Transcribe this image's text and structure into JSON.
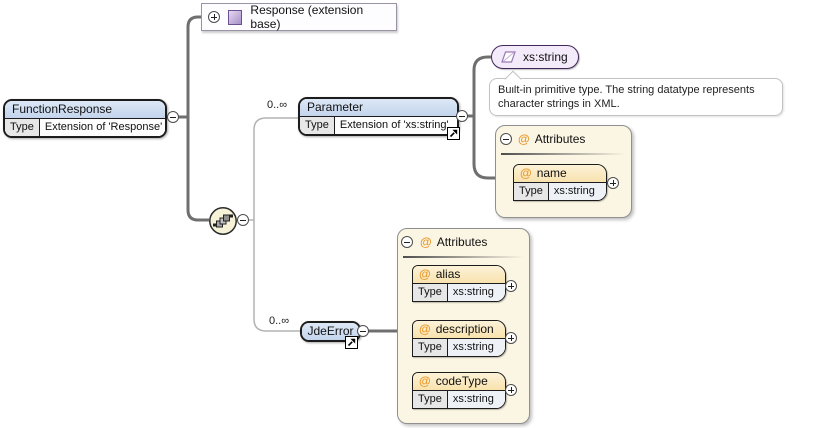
{
  "root_element": {
    "name": "FunctionResponse",
    "type_label": "Type",
    "type_value": "Extension of 'Response'"
  },
  "extension_base": {
    "label": "Response (extension base)"
  },
  "compositor": {
    "type": "sequence"
  },
  "parameter": {
    "occurrence": "0..∞",
    "name": "Parameter",
    "type_label": "Type",
    "type_value": "Extension of 'xs:string'",
    "base_type": {
      "name": "xs:string",
      "documentation": "Built-in primitive type. The string datatype represents character strings in XML."
    },
    "attributes_panel": {
      "title": "Attributes",
      "at_symbol": "@",
      "items": [
        {
          "at": "@",
          "name": "name",
          "type_label": "Type",
          "type_value": "xs:string"
        }
      ]
    }
  },
  "jde_error": {
    "occurrence": "0..∞",
    "name": "JdeError",
    "attributes_panel": {
      "title": "Attributes",
      "at_symbol": "@",
      "items": [
        {
          "at": "@",
          "name": "alias",
          "type_label": "Type",
          "type_value": "xs:string"
        },
        {
          "at": "@",
          "name": "description",
          "type_label": "Type",
          "type_value": "xs:string"
        },
        {
          "at": "@",
          "name": "codeType",
          "type_label": "Type",
          "type_value": "xs:string"
        }
      ]
    }
  },
  "icons": {
    "collapse": "minus-circle",
    "expand": "plus-circle",
    "reference": "northeast-arrow",
    "complex_type": "purple-square",
    "simple_type": "parallelogram",
    "compositor": "sequence-steps"
  },
  "colors": {
    "element_header": "#cddcf0",
    "element_border": "#1c1c1c",
    "type_cell_bg": "#e7e7e7",
    "attr_header": "#fbe9c4",
    "attr_at_symbol": "#e8992d",
    "container_bg": "#fbf5e3",
    "container_border": "#909090",
    "simple_type_bg": "#f3eafa",
    "simple_type_border": "#43265a",
    "connector_thick": "#6f6f6f",
    "connector_thin": "#b3b3b3",
    "compositor_bg": "#f6f2d8",
    "canvas_bg": "#ffffff"
  }
}
